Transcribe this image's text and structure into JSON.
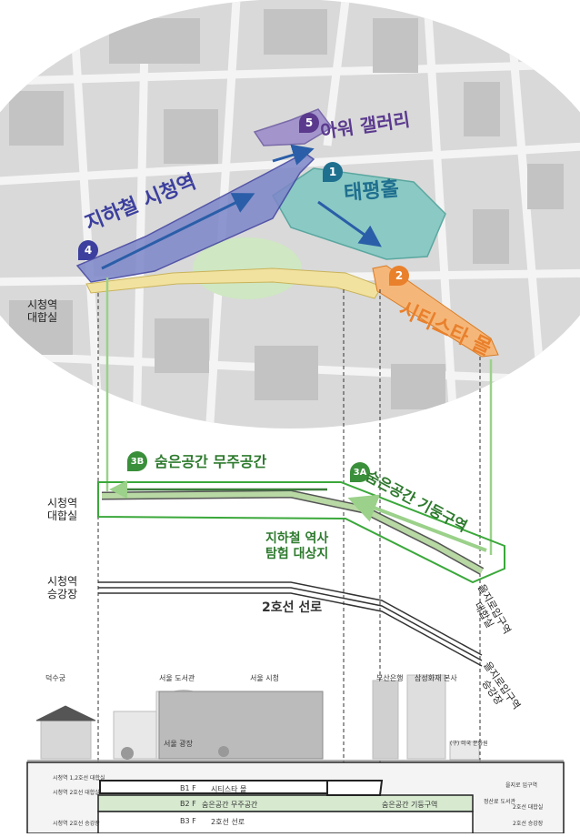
{
  "map": {
    "markers": [
      {
        "id": "1",
        "label": "태평홀",
        "color": "#1f6f8f"
      },
      {
        "id": "2",
        "label": "시티스타 몰",
        "color": "#e9802c"
      },
      {
        "id": "4",
        "label": "지하철 시청역",
        "color": "#3c3f9e"
      },
      {
        "id": "5",
        "label": "아워 갤러리",
        "color": "#5b3a8e"
      },
      {
        "id": "3B",
        "label": "숨은공간 무주공간",
        "color": "#3a8f3a"
      },
      {
        "id": "3A",
        "label": "숨은공간 기둥구역",
        "color": "#3a8f3a"
      }
    ],
    "labels": {
      "city_hall_hall_top": "시청역\n대합실",
      "city_hall_hall": "시청역\n대합실",
      "city_hall_platform": "시청역\n승강장",
      "subway_history": "지하철 역사\n탐험 대상지",
      "line2": "2호선 선로",
      "euljiro_hall": "을지로입구역\n대합실",
      "euljiro_platform": "을지로입구역\n승강장"
    }
  },
  "section": {
    "buildings": [
      "덕수궁",
      "서울 도서관",
      "서울 시청",
      "부산은행",
      "삼성화재 본사"
    ],
    "plaza": "서울 광장",
    "old_bank": "(구) 미국 문화원",
    "floors": [
      {
        "code": "B1 F",
        "name": "시티스타 몰"
      },
      {
        "code": "B2 F",
        "name": "숨은공간 무주공간",
        "name2": "숨은공간 기둥구역"
      },
      {
        "code": "B3 F",
        "name": "2호선 선로"
      }
    ],
    "left_small": [
      "시청역 1,2호선 대합실",
      "시청역 2호선 대합실",
      "시청역 2호선 승강장"
    ],
    "right_small": [
      "을지로 입구역",
      "정산료 도서관",
      "2호선 대합실",
      "2호선 승강장"
    ]
  }
}
